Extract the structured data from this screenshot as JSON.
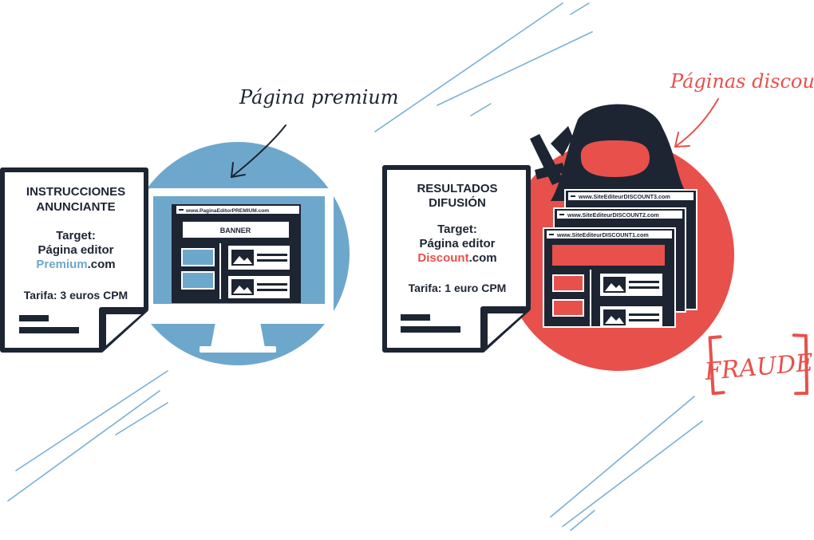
{
  "colors": {
    "navy": "#1d2533",
    "premium_blue": "#6ea7cc",
    "discount_red": "#e8504b",
    "line_blue": "#7ab0d4",
    "white": "#ffffff"
  },
  "icons": {
    "document_left": "document-icon",
    "document_right": "document-icon",
    "monitor": "monitor-icon",
    "hacker": "hooded-hacker-icon",
    "arrow_premium": "hand-drawn-arrow-icon",
    "arrow_discount": "hand-drawn-arrow-icon"
  },
  "premium": {
    "annotation": "Página premium",
    "url": "www.PaginaEditorPREMIUM.com",
    "banner": "BANNER"
  },
  "advertiser_doc": {
    "title_line1": "INSTRUCCIONES",
    "title_line2": "ANUNCIANTE",
    "target_label": "Target:",
    "target_line": "Página editor",
    "site_name_colored": "Premium",
    "site_tld": ".com",
    "rate": "Tarifa: 3 euros CPM"
  },
  "results_doc": {
    "title_line1": "RESULTADOS",
    "title_line2": "DIFUSIÓN",
    "target_label": "Target:",
    "target_line": "Página editor",
    "site_name_colored": "Discount",
    "site_tld": ".com",
    "rate": "Tarifa: 1 euro CPM"
  },
  "discount": {
    "annotation": "Páginas discount",
    "urls": [
      "www.SiteEditeurDISCOUNT3.com",
      "www.SiteEditeurDISCOUNT2.com",
      "www.SiteEditeurDISCOUNT1.com"
    ]
  },
  "fraud": {
    "label": "FRAUDE"
  }
}
